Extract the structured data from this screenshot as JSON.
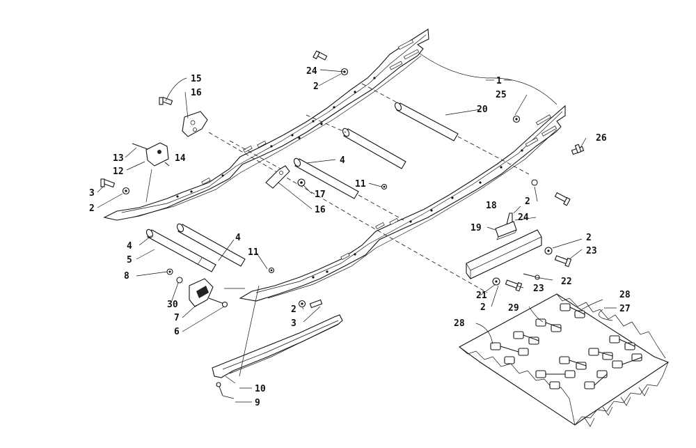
{
  "callouts": [
    {
      "id": "c1",
      "text": "1"
    },
    {
      "id": "c2a",
      "text": "2"
    },
    {
      "id": "c2b",
      "text": "2"
    },
    {
      "id": "c2c",
      "text": "2"
    },
    {
      "id": "c2d",
      "text": "2"
    },
    {
      "id": "c2e",
      "text": "2"
    },
    {
      "id": "c2f",
      "text": "2"
    },
    {
      "id": "c3a",
      "text": "3"
    },
    {
      "id": "c3b",
      "text": "3"
    },
    {
      "id": "c4a",
      "text": "4"
    },
    {
      "id": "c4b",
      "text": "4"
    },
    {
      "id": "c4c",
      "text": "4"
    },
    {
      "id": "c5",
      "text": "5"
    },
    {
      "id": "c6",
      "text": "6"
    },
    {
      "id": "c7",
      "text": "7"
    },
    {
      "id": "c8",
      "text": "8"
    },
    {
      "id": "c9",
      "text": "9"
    },
    {
      "id": "c10",
      "text": "10"
    },
    {
      "id": "c11a",
      "text": "11"
    },
    {
      "id": "c11b",
      "text": "11"
    },
    {
      "id": "c12",
      "text": "12"
    },
    {
      "id": "c13",
      "text": "13"
    },
    {
      "id": "c14",
      "text": "14"
    },
    {
      "id": "c15",
      "text": "15"
    },
    {
      "id": "c16a",
      "text": "16"
    },
    {
      "id": "c16b",
      "text": "16"
    },
    {
      "id": "c17",
      "text": "17"
    },
    {
      "id": "c18",
      "text": "18"
    },
    {
      "id": "c19",
      "text": "19"
    },
    {
      "id": "c20",
      "text": "20"
    },
    {
      "id": "c21",
      "text": "21"
    },
    {
      "id": "c22",
      "text": "22"
    },
    {
      "id": "c23a",
      "text": "23"
    },
    {
      "id": "c23b",
      "text": "23"
    },
    {
      "id": "c24a",
      "text": "24"
    },
    {
      "id": "c24b",
      "text": "24"
    },
    {
      "id": "c25",
      "text": "25"
    },
    {
      "id": "c26",
      "text": "26"
    },
    {
      "id": "c27",
      "text": "27"
    },
    {
      "id": "c28a",
      "text": "28"
    },
    {
      "id": "c28b",
      "text": "28"
    },
    {
      "id": "c29",
      "text": "29"
    },
    {
      "id": "c30",
      "text": "30"
    }
  ]
}
